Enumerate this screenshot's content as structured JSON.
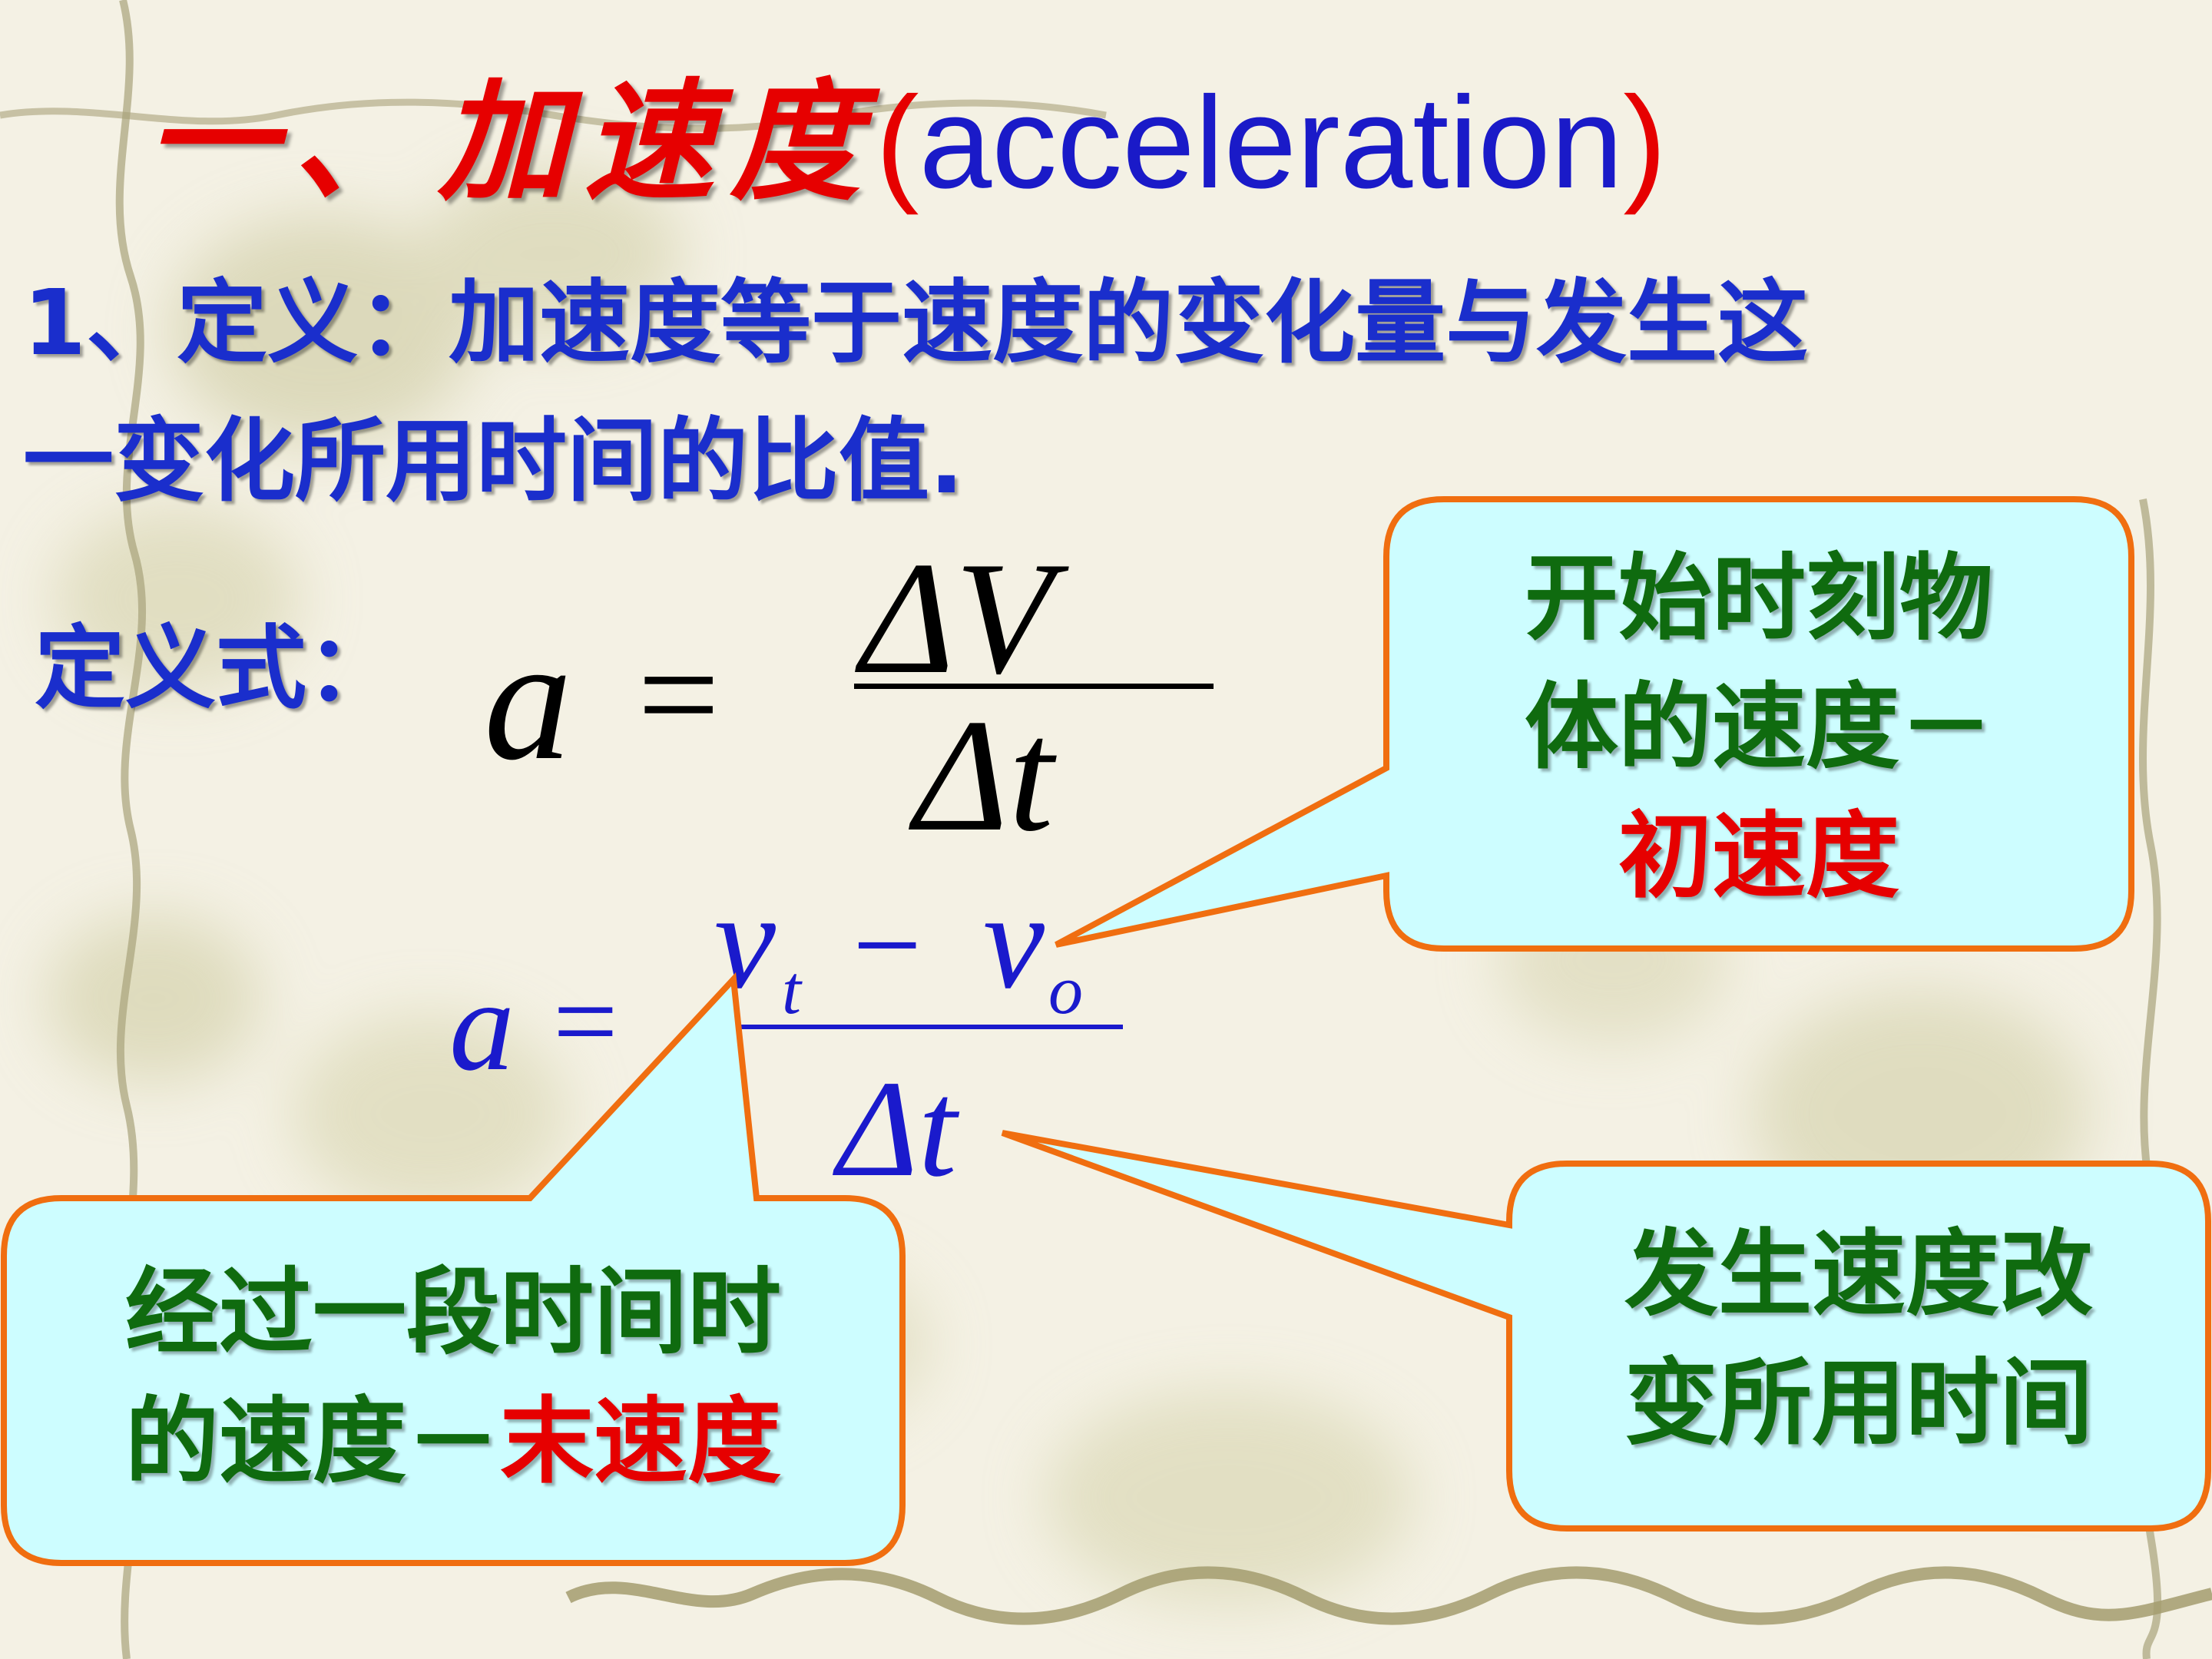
{
  "title": {
    "chinese": "一、加速度",
    "paren_open": "(",
    "english": "acceleration",
    "paren_close": ")"
  },
  "definition": {
    "line1": "1、定义：加速度等于速度的变化量与发生这",
    "line2": "一变化所用时间的比值."
  },
  "formula1": {
    "label": "定义式：",
    "lhs": "a",
    "eq": "=",
    "numerator": "ΔV",
    "denominator": "Δt"
  },
  "formula2": {
    "lhs": "a",
    "eq": "=",
    "num_v1": "v",
    "num_sub1": "t",
    "minus": "−",
    "num_v2": "v",
    "num_sub2": "o",
    "denominator": "Δt"
  },
  "callouts": {
    "initial": {
      "line1": "开始时刻物",
      "line2": "体的速度－",
      "line3": "初速度"
    },
    "final": {
      "line1": "经过一段时间时",
      "line2_prefix": "的速度－",
      "line2_highlight": "末速度"
    },
    "time": {
      "line1": "发生速度改",
      "line2": "变所用时间"
    }
  },
  "colors": {
    "title_cn": "#e60000",
    "title_en": "#1a1ac8",
    "body_text": "#1a2ecc",
    "callout_text": "#0f6b0f",
    "highlight": "#e60000",
    "callout_fill": "#cdfdff",
    "callout_border": "#f06e10"
  }
}
